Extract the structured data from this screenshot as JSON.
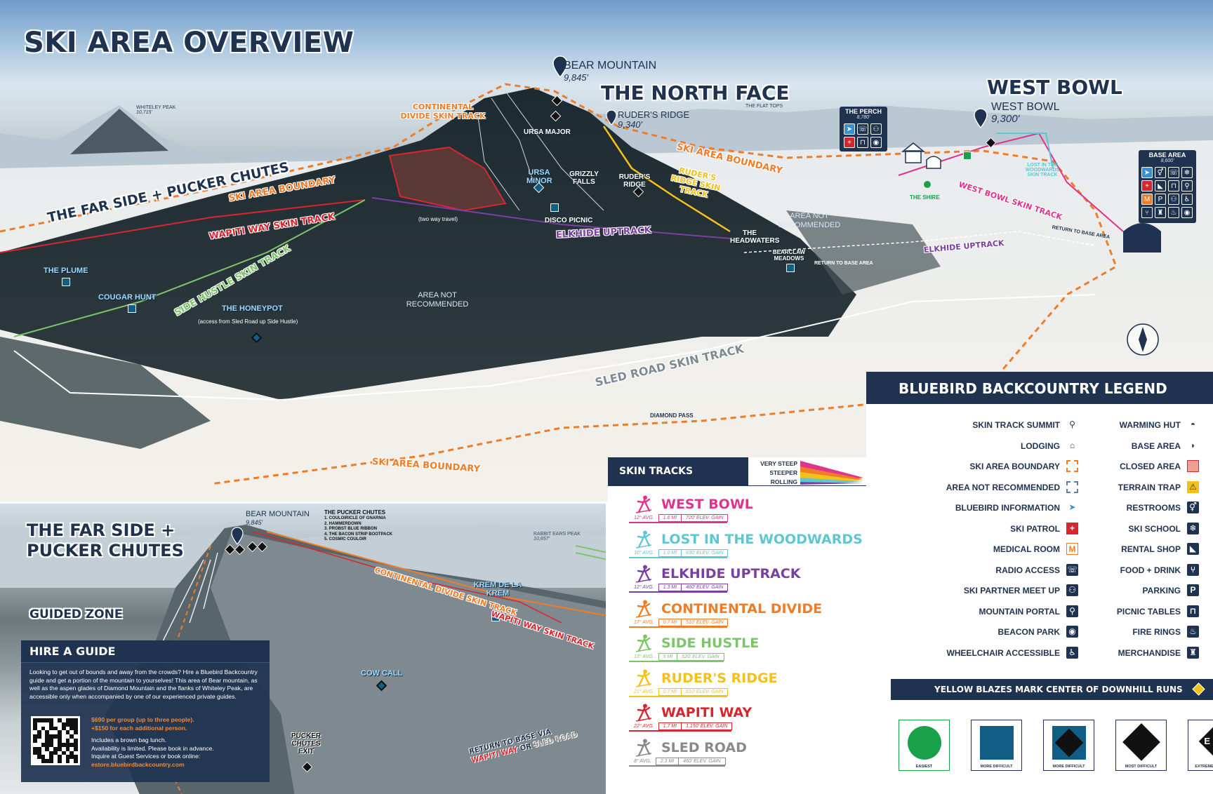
{
  "main": {
    "title": "SKI AREA OVERVIEW",
    "peaks": {
      "bear": {
        "name": "BEAR MOUNTAIN",
        "elev": "9,845'"
      },
      "ruders": {
        "name": "RUDER'S RIDGE",
        "elev": "9,340'"
      },
      "westbowl": {
        "name": "WEST BOWL",
        "elev": "9,300'"
      },
      "whiteley": {
        "name": "WHITELEY PEAK",
        "elev": "10,715'"
      },
      "flattops": "THE FLAT TOPS"
    },
    "areas": {
      "north_face": "THE NORTH FACE",
      "west_bowl": "WEST BOWL",
      "far_side": "THE FAR SIDE + PUCKER CHUTES"
    },
    "runs": {
      "ursa_major": "URSA MAJOR",
      "ursa_minor": "URSA MINOR",
      "grizzly": "GRIZZLY FALLS",
      "ruders_ridge": "RUDER'S RIDGE",
      "disco": "DISCO PICNIC",
      "headwaters": "THE HEADWATERS",
      "bearclaw": "BEARCLAW MEADOWS",
      "plume": "THE PLUME",
      "cougar": "COUGAR HUNT",
      "honeypot": "THE HONEYPOT",
      "honeypot_note": "(access from Sled Road up Side Hustle)",
      "two_way": "(two way travel)",
      "shire": "THE SHIRE",
      "diamond_pass": "DIAMOND PASS",
      "lost_woodwards": "LOST IN THE WOODWARDS SKIN TRACK",
      "return_base": "RETURN TO BASE AREA",
      "not_rec": "AREA NOT RECOMMENDED"
    },
    "tracks": {
      "continental": "CONTINENTAL DIVIDE SKIN TRACK",
      "boundary": "SKI AREA BOUNDARY",
      "wapiti": "WAPITI WAY SKIN TRACK",
      "side_hustle": "SIDE HUSTLE SKIN TRACK",
      "ruders": "RUDER'S RIDGE SKIN TRACK",
      "elkhide": "ELKHIDE UPTRACK",
      "west_bowl": "WEST BOWL SKIN TRACK",
      "sled_road": "SLED ROAD SKIN TRACK"
    },
    "perch": {
      "name": "THE PERCH",
      "elev": "8,780'"
    },
    "base": {
      "name": "BASE AREA",
      "elev": "8,600'"
    }
  },
  "far_side": {
    "title_l1": "THE FAR SIDE +",
    "title_l2": "PUCKER CHUTES",
    "guided": "GUIDED ZONE",
    "peak": {
      "name": "BEAR MOUNTAIN",
      "elev": "9,845'"
    },
    "rabbit": {
      "name": "RABBIT EARS PEAK",
      "elev": "10,657'"
    },
    "chutes_title": "THE PUCKER CHUTES",
    "chutes": [
      "1.  COULOIRICLE OF GNARNIA",
      "2.  HAMMERDOWN",
      "3.  PROBST BLUE RIBBON",
      "4.  THE BACON STRIP BOOTPACK",
      "5.  COSMIC COULOIR"
    ],
    "continental": "CONTINENTAL DIVIDE SKIN TRACK",
    "wapiti": "WAPITI WAY SKIN TRACK",
    "krem": "KREM DE LA KREM",
    "cow": "COW CALL",
    "exit": "PUCKER CHUTES EXIT",
    "return_l1": "RETURN TO BASE VIA",
    "return_a": "WAPITI WAY",
    "return_or": "OR",
    "return_b": "SLED ROAD",
    "guide": {
      "title": "HIRE A GUIDE",
      "body": "Looking to get out of bounds and away from the crowds? Hire a Bluebird Backcountry guide and get a portion of the mountain to yourselves! This area of Bear mountain, as well as the aspen glades of Diamond Mountain and the flanks of Whiteley Peak, are accessible only when accompanied by one of our experienced private guides.",
      "price1": "$690 per group (up to three people).",
      "price2": "+$150 for each additional person.",
      "info1": "Includes a brown bag lunch.",
      "info2": "Availability is limited. Please book in advance.",
      "info3": "Inquire at Guest Services or book online:",
      "url": "estore.bluebirdbackcountry.com"
    }
  },
  "skin_tracks": {
    "title": "SKIN TRACKS",
    "steepness": [
      "VERY STEEP",
      "STEEPER",
      "ROLLING"
    ],
    "items": [
      {
        "name": "WEST BOWL",
        "color": "#e0348c",
        "avg": "12° AVG.",
        "dist": "1.6 MI",
        "gain": "720' ELEV. GAIN"
      },
      {
        "name": "LOST IN THE WOODWARDS",
        "color": "#5fc6d4",
        "avg": "10° AVG.",
        "dist": "1.0 MI",
        "gain": "630' ELEV. GAIN"
      },
      {
        "name": "ELKHIDE UPTRACK",
        "color": "#7a3fa0",
        "avg": "12° AVG.",
        "dist": "1.3 MI",
        "gain": "460' ELEV. GAIN"
      },
      {
        "name": "CONTINENTAL DIVIDE",
        "color": "#ef7d28",
        "avg": "17° AVG.",
        "dist": "0.7 MI",
        "gain": "510' ELEV. GAIN"
      },
      {
        "name": "SIDE HUSTLE",
        "color": "#7cc56b",
        "avg": "13° AVG.",
        "dist": "5 MI",
        "gain": "520' ELEV. GAIN"
      },
      {
        "name": "RUDER'S RIDGE",
        "color": "#f2c21a",
        "avg": "21° AVG.",
        "dist": "0.7 MI",
        "gain": "610' ELEV. GAIN"
      },
      {
        "name": "WAPITI WAY",
        "color": "#d8262e",
        "avg": "22° AVG.",
        "dist": "1.7 MI",
        "gain": "1,150' ELEV. GAIN"
      },
      {
        "name": "SLED ROAD",
        "color": "#8a8a8a",
        "avg": "8° AVG.",
        "dist": "2.3 MI",
        "gain": "460' ELEV. GAIN"
      }
    ]
  },
  "legend": {
    "title": "BLUEBIRD BACKCOUNTRY LEGEND",
    "left": [
      {
        "label": "SKIN TRACK SUMMIT",
        "icon": "pin-icon",
        "glyph": "⚲"
      },
      {
        "label": "LODGING",
        "icon": "house-icon",
        "glyph": "⌂"
      },
      {
        "label": "SKI AREA BOUNDARY",
        "icon": "boundary-icon",
        "glyph": ""
      },
      {
        "label": "AREA NOT RECOMMENDED",
        "icon": "not-recommended-icon",
        "glyph": ""
      },
      {
        "label": "BLUEBIRD INFORMATION",
        "icon": "info-icon",
        "glyph": "➤"
      },
      {
        "label": "SKI PATROL",
        "icon": "cross-icon",
        "glyph": "+"
      },
      {
        "label": "MEDICAL ROOM",
        "icon": "medical-icon",
        "glyph": "M"
      },
      {
        "label": "RADIO ACCESS",
        "icon": "radio-icon",
        "glyph": "☏"
      },
      {
        "label": "SKI PARTNER MEET UP",
        "icon": "people-icon",
        "glyph": "⚇"
      },
      {
        "label": "MOUNTAIN PORTAL",
        "icon": "portal-icon",
        "glyph": "⚲"
      },
      {
        "label": "BEACON PARK",
        "icon": "beacon-icon",
        "glyph": "◉"
      },
      {
        "label": "WHEELCHAIR ACCESSIBLE",
        "icon": "wheelchair-icon",
        "glyph": "♿"
      }
    ],
    "right": [
      {
        "label": "WARMING HUT",
        "icon": "dome-icon",
        "glyph": "◓"
      },
      {
        "label": "BASE AREA",
        "icon": "tunnel-icon",
        "glyph": "◗"
      },
      {
        "label": "CLOSED AREA",
        "icon": "closed-area-icon",
        "glyph": ""
      },
      {
        "label": "TERRAIN TRAP",
        "icon": "warning-icon",
        "glyph": "⚠"
      },
      {
        "label": "RESTROOMS",
        "icon": "restroom-icon",
        "glyph": "⚥"
      },
      {
        "label": "SKI SCHOOL",
        "icon": "snowflake-icon",
        "glyph": "❄"
      },
      {
        "label": "RENTAL SHOP",
        "icon": "boot-icon",
        "glyph": "◣"
      },
      {
        "label": "FOOD + DRINK",
        "icon": "fork-icon",
        "glyph": "⑂"
      },
      {
        "label": "PARKING",
        "icon": "parking-icon",
        "glyph": "P"
      },
      {
        "label": "PICNIC TABLES",
        "icon": "table-icon",
        "glyph": "⊓"
      },
      {
        "label": "FIRE RINGS",
        "icon": "fire-icon",
        "glyph": "♨"
      },
      {
        "label": "MERCHANDISE",
        "icon": "bag-icon",
        "glyph": "♜"
      }
    ],
    "banner": "YELLOW BLAZES MARK CENTER OF DOWNHILL RUNS",
    "difficulty": [
      {
        "label": "EASIEST",
        "icon": "green-circle-icon"
      },
      {
        "label": "MORE DIFFICULT",
        "icon": "blue-square-icon"
      },
      {
        "label": "MORE DIFFICULT",
        "icon": "blue-square-diamond-icon"
      },
      {
        "label": "MOST DIFFICULT",
        "icon": "black-diamond-icon"
      },
      {
        "label": "EXTREME TERRAIN",
        "icon": "extreme-icon",
        "mark": "EX"
      }
    ]
  },
  "colors": {
    "navy": "#1f3350",
    "boundary": "#ef7d28",
    "closed": "#e46a5a",
    "blue_run": "#125d86"
  }
}
